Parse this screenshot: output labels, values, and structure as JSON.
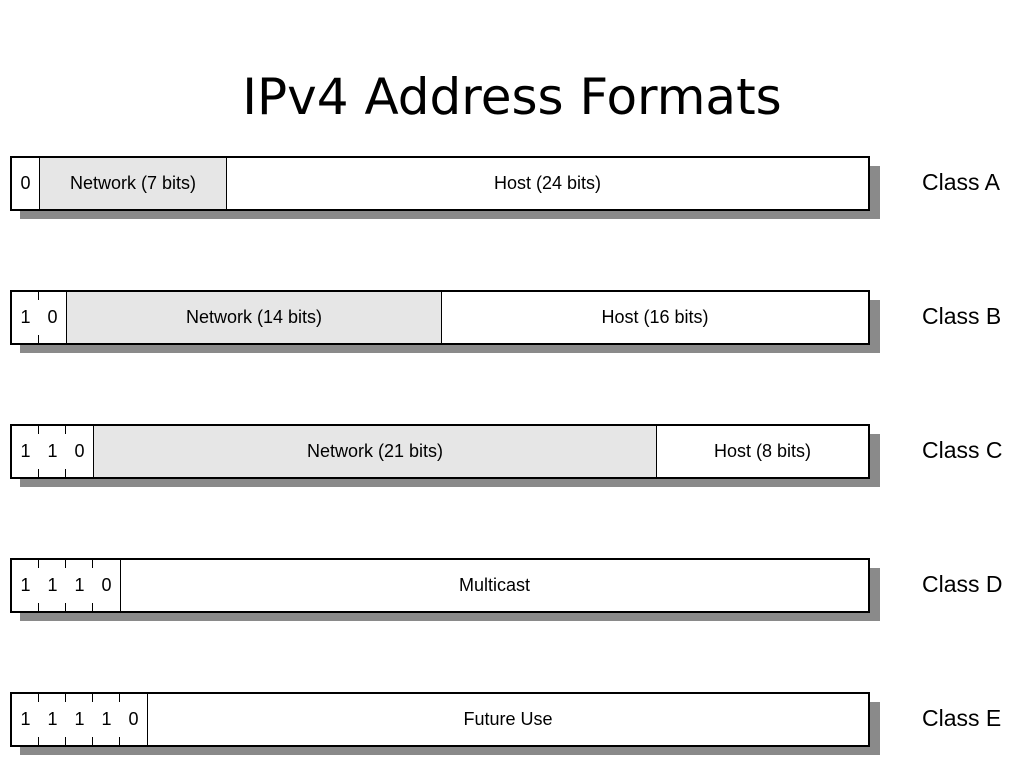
{
  "title": "IPv4 Address Formats",
  "classes": [
    {
      "label": "Class A",
      "prefix_bits": [
        "0"
      ],
      "network": "Network (7 bits)",
      "host": "Host (24 bits)"
    },
    {
      "label": "Class B",
      "prefix_bits": [
        "1",
        "0"
      ],
      "network": "Network (14 bits)",
      "host": "Host (16 bits)"
    },
    {
      "label": "Class C",
      "prefix_bits": [
        "1",
        "1",
        "0"
      ],
      "network": "Network (21 bits)",
      "host": "Host (8 bits)"
    },
    {
      "label": "Class D",
      "prefix_bits": [
        "1",
        "1",
        "1",
        "0"
      ],
      "rest": "Multicast"
    },
    {
      "label": "Class E",
      "prefix_bits": [
        "1",
        "1",
        "1",
        "1",
        "0"
      ],
      "rest": "Future Use"
    }
  ],
  "colors": {
    "network_fill": "#e6e6e6",
    "host_fill": "#ffffff",
    "shadow": "#8a8a8a"
  }
}
